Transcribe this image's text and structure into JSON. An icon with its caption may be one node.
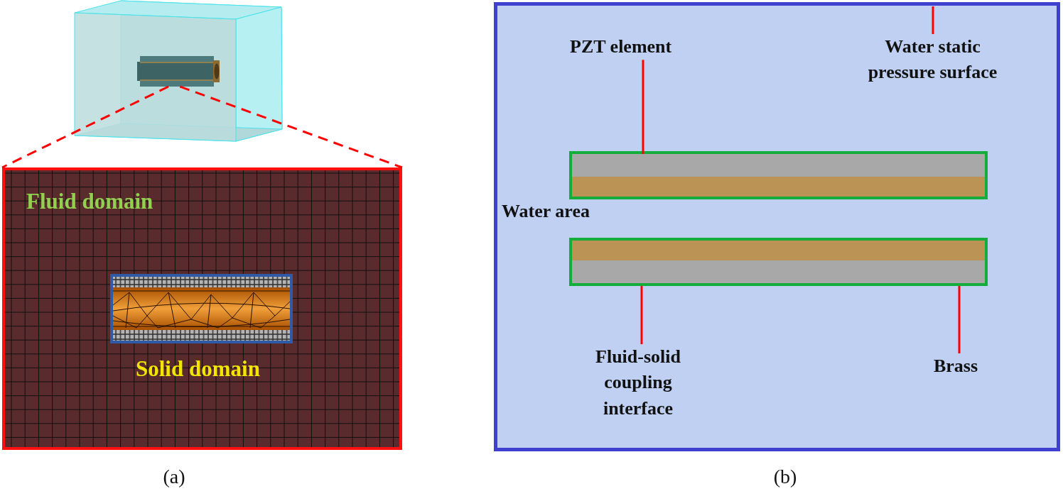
{
  "diagram": {
    "nodes": [
      {
        "text": [],
        "shape": "picture"
      },
      {
        "text": [],
        "shape": "picture",
        "in": 0
      },
      {
        "text": [
          "Fluid domain",
          "Solid domain"
        ]
      },
      {
        "text": [
          "Water area"
        ]
      },
      {
        "text": [
          "PZT element"
        ],
        "in": 3
      },
      {
        "text": [
          "Water static pressure surface"
        ],
        "in": 3
      },
      {
        "text": [],
        "shape": "box",
        "in": 3
      },
      {
        "text": [],
        "shape": "bar",
        "in": 6
      },
      {
        "text": [],
        "shape": "bar",
        "in": 6
      },
      {
        "text": [],
        "shape": "box",
        "in": 3
      },
      {
        "text": [],
        "shape": "bar",
        "in": 9
      },
      {
        "text": [],
        "shape": "bar",
        "in": 9
      },
      {
        "text": [
          "Fluid-solid coupling interface"
        ],
        "in": 3
      },
      {
        "text": [
          "Brass"
        ],
        "in": 3
      }
    ],
    "edges": [
      {
        "from": 1,
        "to": 2,
        "arrow": "none",
        "style": "dashed",
        "color": "#ff0000"
      },
      {
        "from": 1,
        "to": 2,
        "arrow": "none",
        "style": "dashed",
        "color": "#ff0000"
      },
      {
        "from": 4,
        "to": 7,
        "arrow": "none",
        "color": "#ff0000"
      },
      {
        "from": 5,
        "to": 3,
        "arrow": "none",
        "color": "#ff0000"
      },
      {
        "from": 12,
        "to": 9,
        "arrow": "none",
        "color": "#ff0000"
      },
      {
        "from": 13,
        "to": 9,
        "arrow": "none",
        "color": "#ff0000"
      }
    ],
    "labels": [
      "(a)",
      "(b)"
    ]
  }
}
